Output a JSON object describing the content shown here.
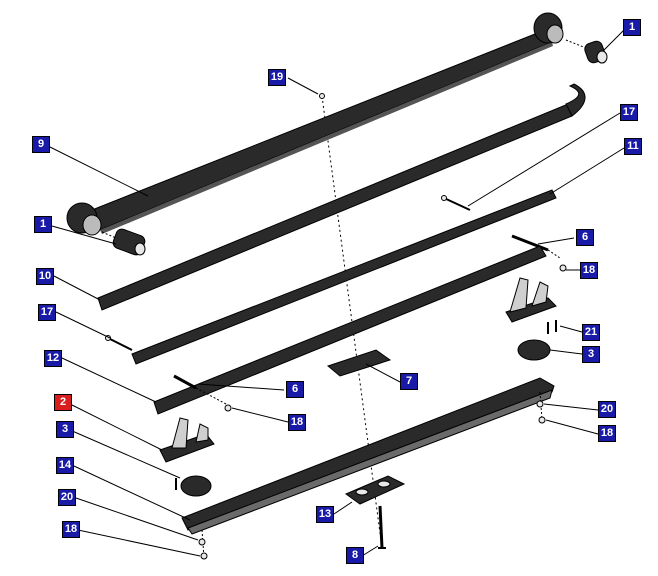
{
  "diagram": {
    "colors": {
      "part_dark": "#2a2a2a",
      "part_edge": "#000000",
      "hardware_light": "#e8e8e8",
      "callout_blue": "#1a1aa8",
      "callout_red": "#d81e1e",
      "callout_text": "#ffffff",
      "leader": "#000000"
    },
    "callouts": [
      {
        "id": "c1a",
        "label": "1",
        "style": "blue"
      },
      {
        "id": "c19",
        "label": "19",
        "style": "blue"
      },
      {
        "id": "c17a",
        "label": "17",
        "style": "blue"
      },
      {
        "id": "c9",
        "label": "9",
        "style": "blue"
      },
      {
        "id": "c11",
        "label": "11",
        "style": "blue"
      },
      {
        "id": "c1b",
        "label": "1",
        "style": "blue"
      },
      {
        "id": "c6a",
        "label": "6",
        "style": "blue"
      },
      {
        "id": "c18a",
        "label": "18",
        "style": "blue"
      },
      {
        "id": "c10",
        "label": "10",
        "style": "blue"
      },
      {
        "id": "c17b",
        "label": "17",
        "style": "blue"
      },
      {
        "id": "c21",
        "label": "21",
        "style": "blue"
      },
      {
        "id": "c3a",
        "label": "3",
        "style": "blue"
      },
      {
        "id": "c12",
        "label": "12",
        "style": "blue"
      },
      {
        "id": "c6b",
        "label": "6",
        "style": "blue"
      },
      {
        "id": "c7",
        "label": "7",
        "style": "blue"
      },
      {
        "id": "c18b",
        "label": "18",
        "style": "blue"
      },
      {
        "id": "c2",
        "label": "2",
        "style": "red"
      },
      {
        "id": "c20a",
        "label": "20",
        "style": "blue"
      },
      {
        "id": "c18c",
        "label": "18",
        "style": "blue"
      },
      {
        "id": "c3b",
        "label": "3",
        "style": "blue"
      },
      {
        "id": "c14",
        "label": "14",
        "style": "blue"
      },
      {
        "id": "c20b",
        "label": "20",
        "style": "blue"
      },
      {
        "id": "c13",
        "label": "13",
        "style": "blue"
      },
      {
        "id": "c18d",
        "label": "18",
        "style": "blue"
      },
      {
        "id": "c8",
        "label": "8",
        "style": "blue"
      }
    ]
  }
}
